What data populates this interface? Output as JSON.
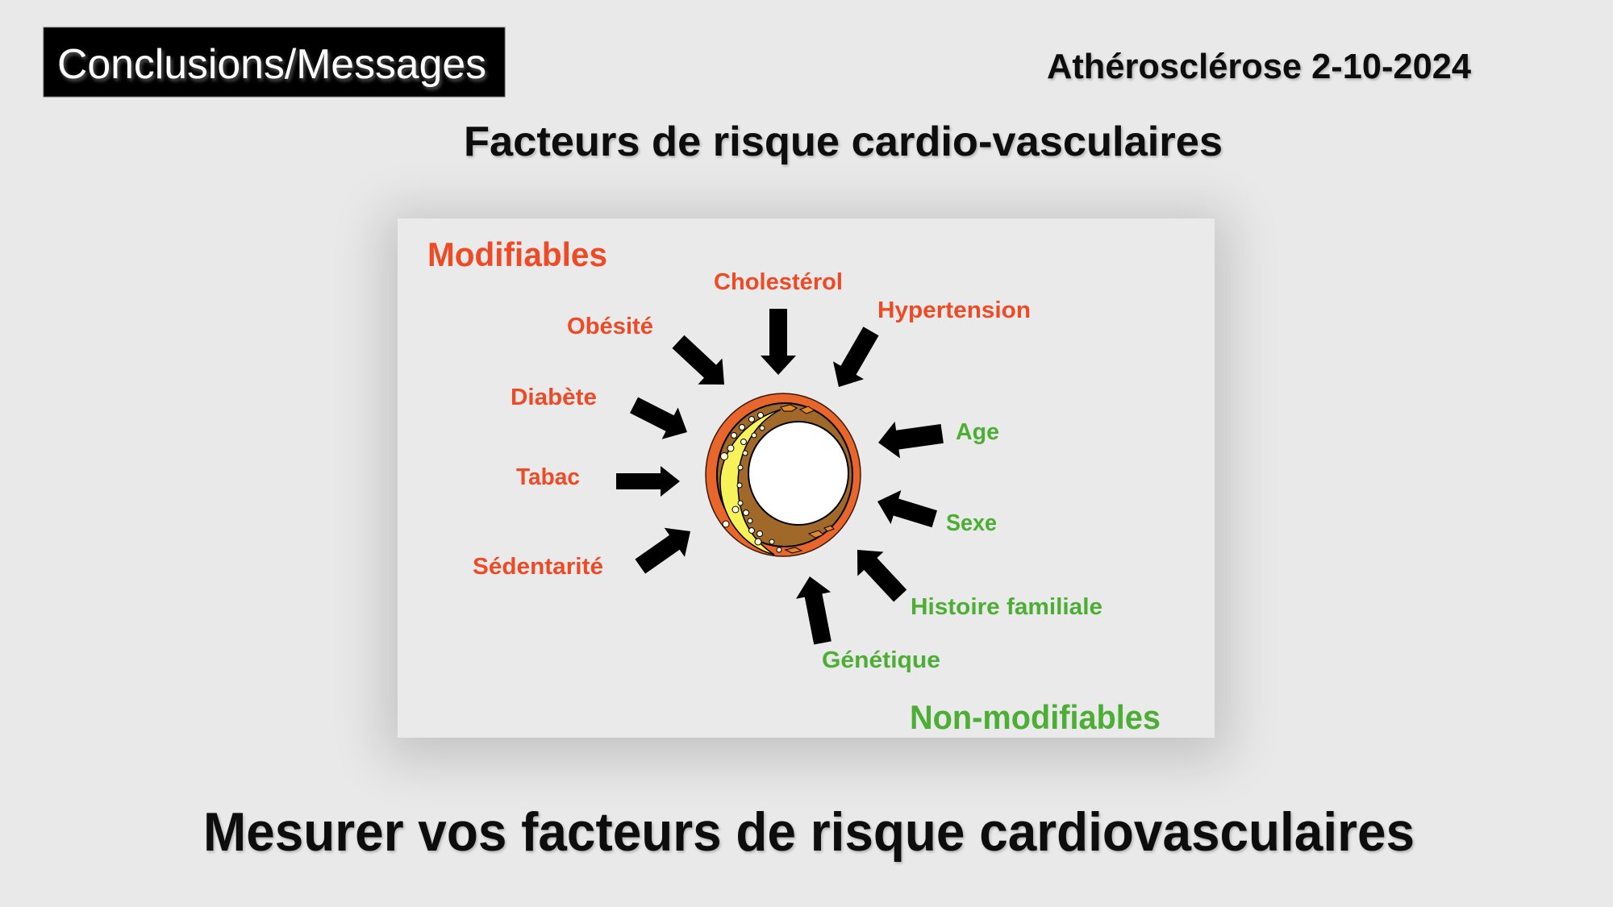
{
  "header": {
    "section_title": "Conclusions/Messages",
    "date_topic": "Athérosclérose 2-10-2024"
  },
  "slide": {
    "subtitle": "Facteurs de risque cardio-vasculaires",
    "footer_message": "Mesurer vos facteurs de risque cardiovasculaires"
  },
  "diagram": {
    "center_icon": "artery-cross-section-with-plaque-icon",
    "modifiable": {
      "heading": "Modifiables",
      "color": "#ee4a26",
      "factors": [
        "Cholestérol",
        "Hypertension",
        "Obésité",
        "Diabète",
        "Tabac",
        "Sédentarité"
      ]
    },
    "non_modifiable": {
      "heading": "Non-modifiables",
      "color": "#4cae34",
      "factors": [
        "Age",
        "Sexe",
        "Histoire familiale",
        "Génétique"
      ]
    },
    "colors": {
      "vessel_outer": "#e8652c",
      "vessel_wall": "#a0692a",
      "plaque": "#f8f25a",
      "lumen": "#ffffff",
      "arrow": "#000000"
    }
  }
}
